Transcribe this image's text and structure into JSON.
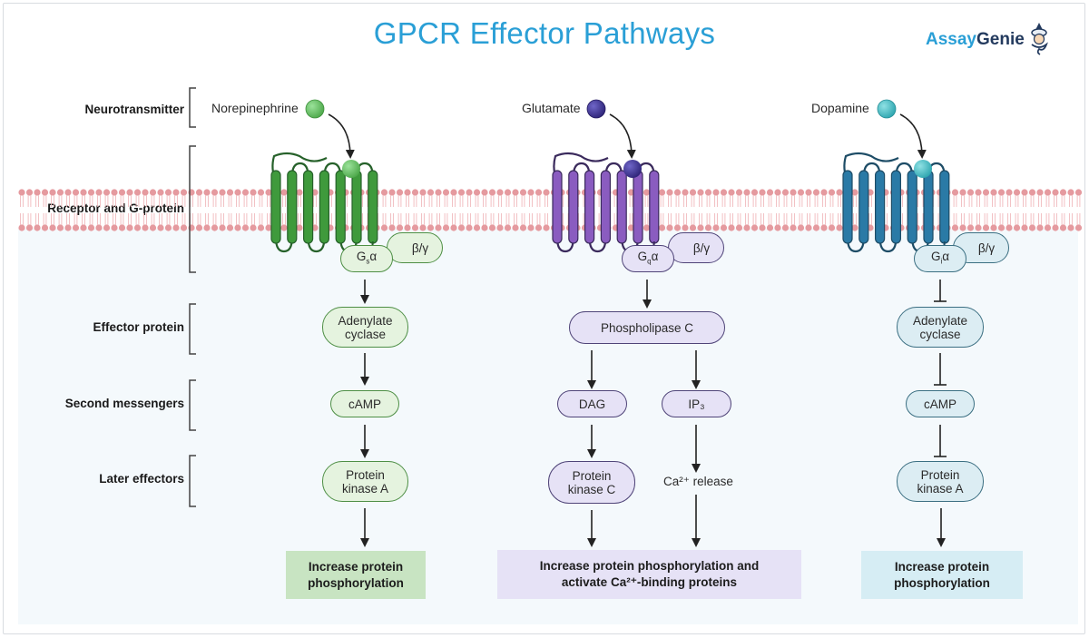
{
  "title": "GPCR Effector Pathways",
  "logo": {
    "part1": "Assay",
    "part2": "Genie",
    "icon": "genie-mascot-icon"
  },
  "row_labels": {
    "neurotransmitter": "Neurotransmitter",
    "receptor": "Receptor and G-protein",
    "effector": "Effector protein",
    "second_messengers": "Second messengers",
    "later_effectors": "Later effectors"
  },
  "colors": {
    "title": "#2a9fd6",
    "membrane": "#e59a9f",
    "green_receptor": "#3f9a3c",
    "purple_receptor": "#8a5cc0",
    "blue_receptor": "#2a7aa6",
    "green_outcome": "#c8e4c2",
    "purple_outcome": "#e6e2f6",
    "blue_outcome": "#d6edf4"
  },
  "pathways": [
    {
      "id": "gs",
      "neurotransmitter": "Norepinephrine",
      "ligand_color": "#5cb85c",
      "g_alpha": "Gₛα",
      "beta_gamma": "β/γ",
      "effector": "Adenylate cyclase",
      "effector_line1": "Adenylate",
      "effector_line2": "cyclase",
      "effector_relation": "activates",
      "second_messenger": "cAMP",
      "later_effector_line1": "Protein",
      "later_effector_line2": "kinase A",
      "outcome_line1": "Increase protein",
      "outcome_line2": "phosphorylation"
    },
    {
      "id": "gq",
      "neurotransmitter": "Glutamate",
      "ligand_color": "#3b2f8a",
      "g_alpha": "G𝗊α",
      "beta_gamma": "β/γ",
      "effector": "Phospholipase C",
      "effector_relation": "activates",
      "second_messengers": [
        "DAG",
        "IP₃"
      ],
      "later_effector_line1": "Protein",
      "later_effector_line2": "kinase C",
      "calcium_release": "Ca²⁺ release",
      "outcome_line1": "Increase protein phosphorylation and",
      "outcome_line2": "activate Ca²⁺-binding proteins"
    },
    {
      "id": "gi",
      "neurotransmitter": "Dopamine",
      "ligand_color": "#3ab5bd",
      "g_alpha": "Gᵢα",
      "beta_gamma": "β/γ",
      "effector_line1": "Adenylate",
      "effector_line2": "cyclase",
      "effector_relation": "inhibits",
      "second_messenger": "cAMP",
      "later_effector_line1": "Protein",
      "later_effector_line2": "kinase A",
      "outcome_line1": "Increase protein",
      "outcome_line2": "phosphorylation"
    }
  ]
}
